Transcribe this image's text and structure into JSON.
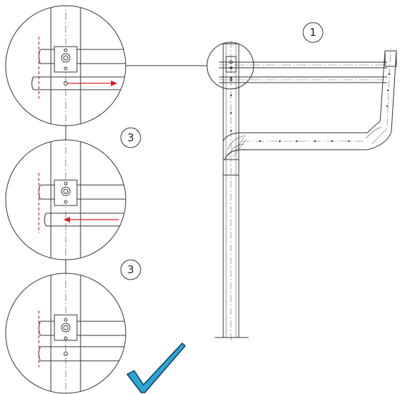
{
  "callouts": {
    "label_1": "1",
    "label_3a": "3",
    "label_3b": "3"
  },
  "icons": {
    "check": "checkmark-icon",
    "arrow_out": "arrow-right-icon",
    "arrow_in": "arrow-left-icon"
  },
  "colors": {
    "line": "#333333",
    "centerline": "#555555",
    "marker_red": "#d81e1e",
    "check_fill": "#2aa7d6",
    "check_stroke": "#0e3a5a"
  }
}
